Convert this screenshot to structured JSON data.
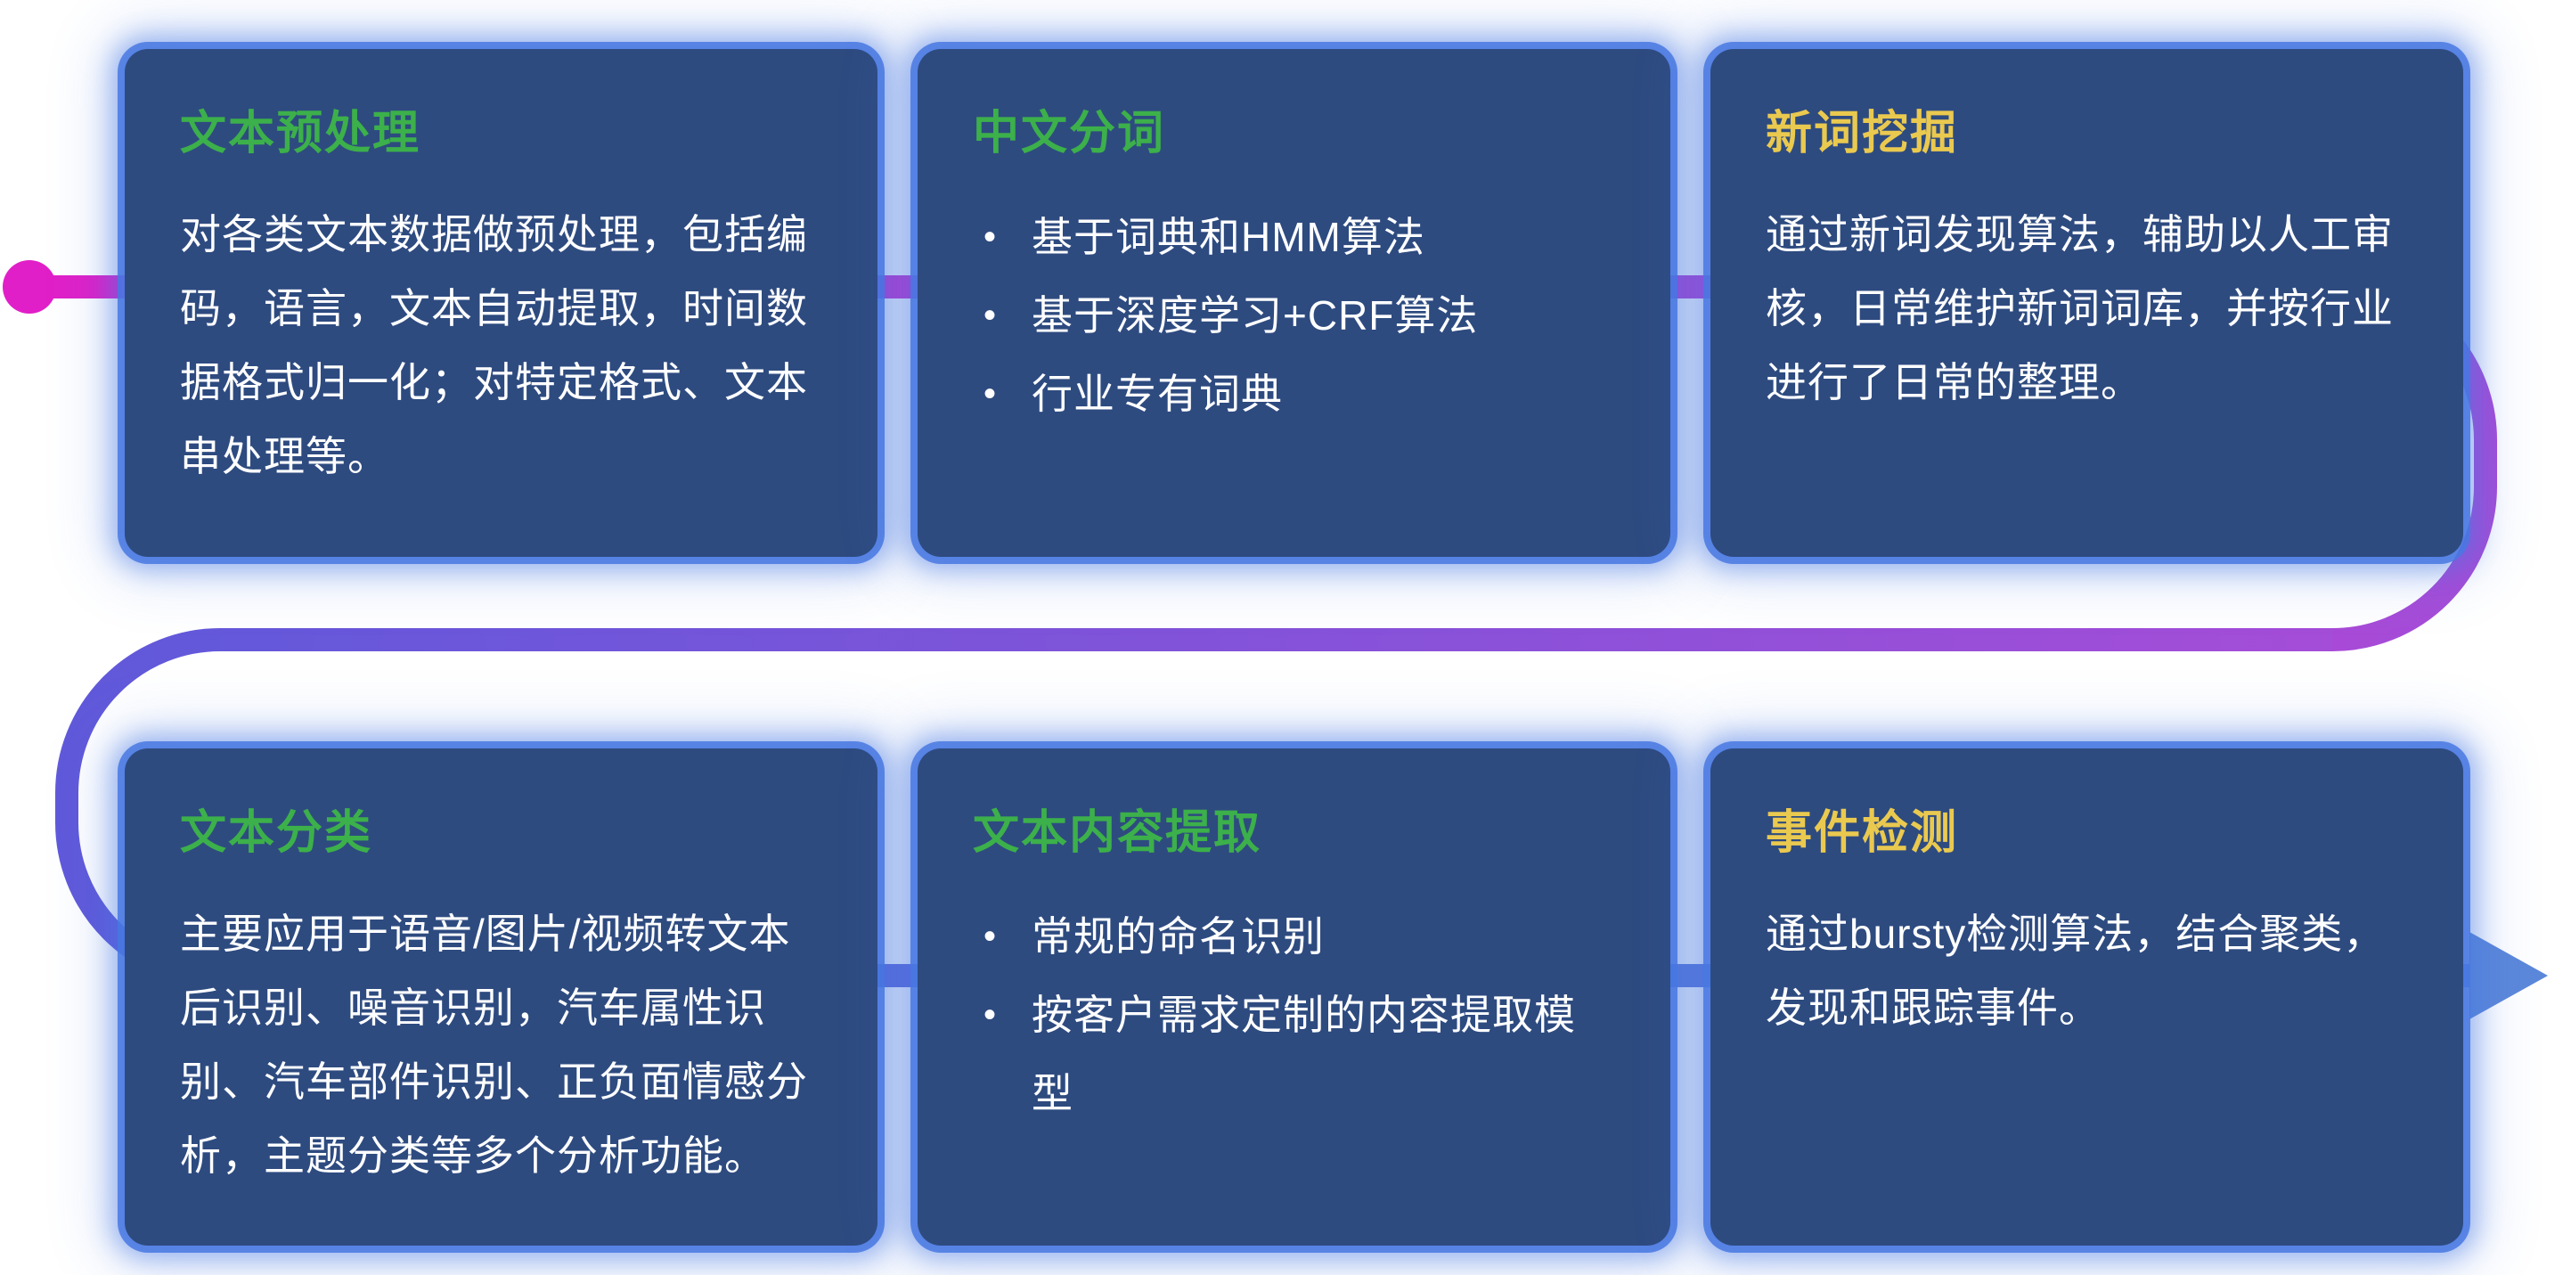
{
  "diagram": {
    "background": "#ffffff",
    "card_background": "#2e4b80",
    "card_glow_color": "#4878e2",
    "body_text_color": "#ffffff",
    "flow": {
      "start_color": "#e11fc8",
      "purple_color": "#a44dd8",
      "indigo_color": "#6059da",
      "blue_color": "#5c88da",
      "arrow_color": "#5c88da",
      "start_dot": "start-dot",
      "end_arrow": "right-arrow"
    },
    "cards": [
      {
        "title": "文本预处理",
        "title_color": "#3cb04a",
        "body": "对各类文本数据做预处理，包括编码，语言，文本自动提取，时间数据格式归一化；对特定格式、文本串处理等。"
      },
      {
        "title": "中文分词",
        "title_color": "#3cb04a",
        "bullets": [
          "基于词典和HMM算法",
          "基于深度学习+CRF算法",
          "行业专有词典"
        ]
      },
      {
        "title": "新词挖掘",
        "title_color": "#eac94f",
        "body": "通过新词发现算法，辅助以人工审核，日常维护新词词库，并按行业进行了日常的整理。"
      },
      {
        "title": "文本分类",
        "title_color": "#3cb04a",
        "body": "主要应用于语音/图片/视频转文本后识别、噪音识别，汽车属性识别、汽车部件识别、正负面情感分析，主题分类等多个分析功能。"
      },
      {
        "title": "文本内容提取",
        "title_color": "#3cb04a",
        "bullets": [
          "常规的命名识别",
          "按客户需求定制的内容提取模型"
        ]
      },
      {
        "title": "事件检测",
        "title_color": "#eac94f",
        "body": "通过bursty检测算法，结合聚类，发现和跟踪事件。"
      }
    ]
  }
}
